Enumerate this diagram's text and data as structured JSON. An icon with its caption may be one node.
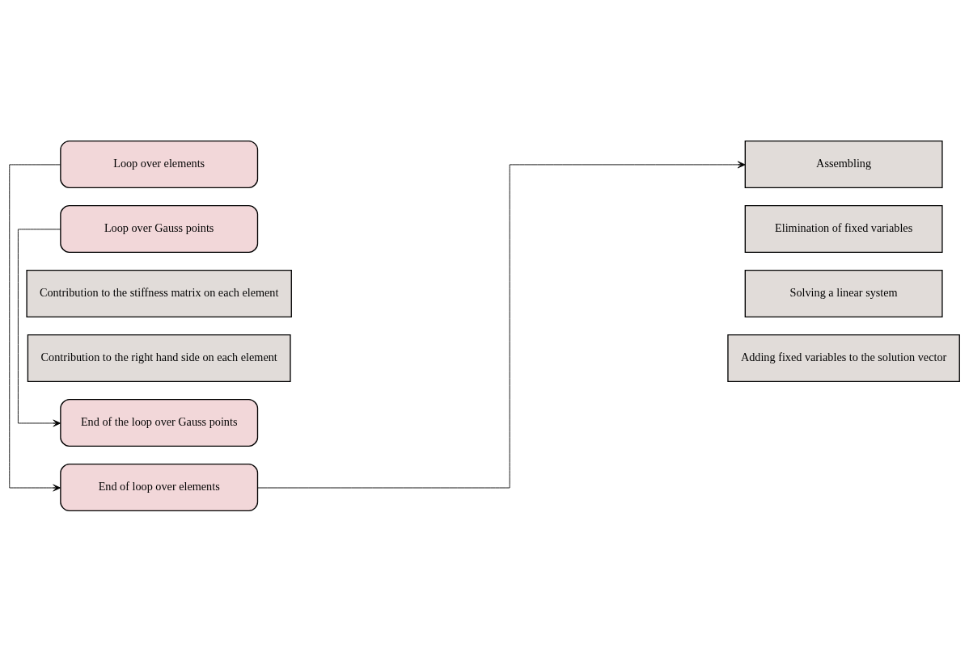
{
  "diagram": {
    "nodes": [
      {
        "text": [
          "Loop over elements"
        ]
      },
      {
        "text": [
          "Loop over Gauss points"
        ]
      },
      {
        "text": [
          "Contribution to the stiffness matrix on each element"
        ]
      },
      {
        "text": [
          "Contribution to the right hand side on each element"
        ]
      },
      {
        "text": [
          "End of the loop over Gauss points"
        ]
      },
      {
        "text": [
          "End of loop over elements"
        ]
      },
      {
        "text": [
          "Assembling"
        ]
      },
      {
        "text": [
          "Elimination of fixed variables"
        ]
      },
      {
        "text": [
          "Solving a linear system"
        ]
      },
      {
        "text": [
          "Adding fixed variables to the solution vector"
        ]
      }
    ],
    "edges": [
      {
        "from": 0,
        "to": 5,
        "arrow": "to"
      },
      {
        "from": 1,
        "to": 4,
        "arrow": "to"
      },
      {
        "from": 5,
        "to": 6,
        "arrow": "to"
      }
    ]
  }
}
